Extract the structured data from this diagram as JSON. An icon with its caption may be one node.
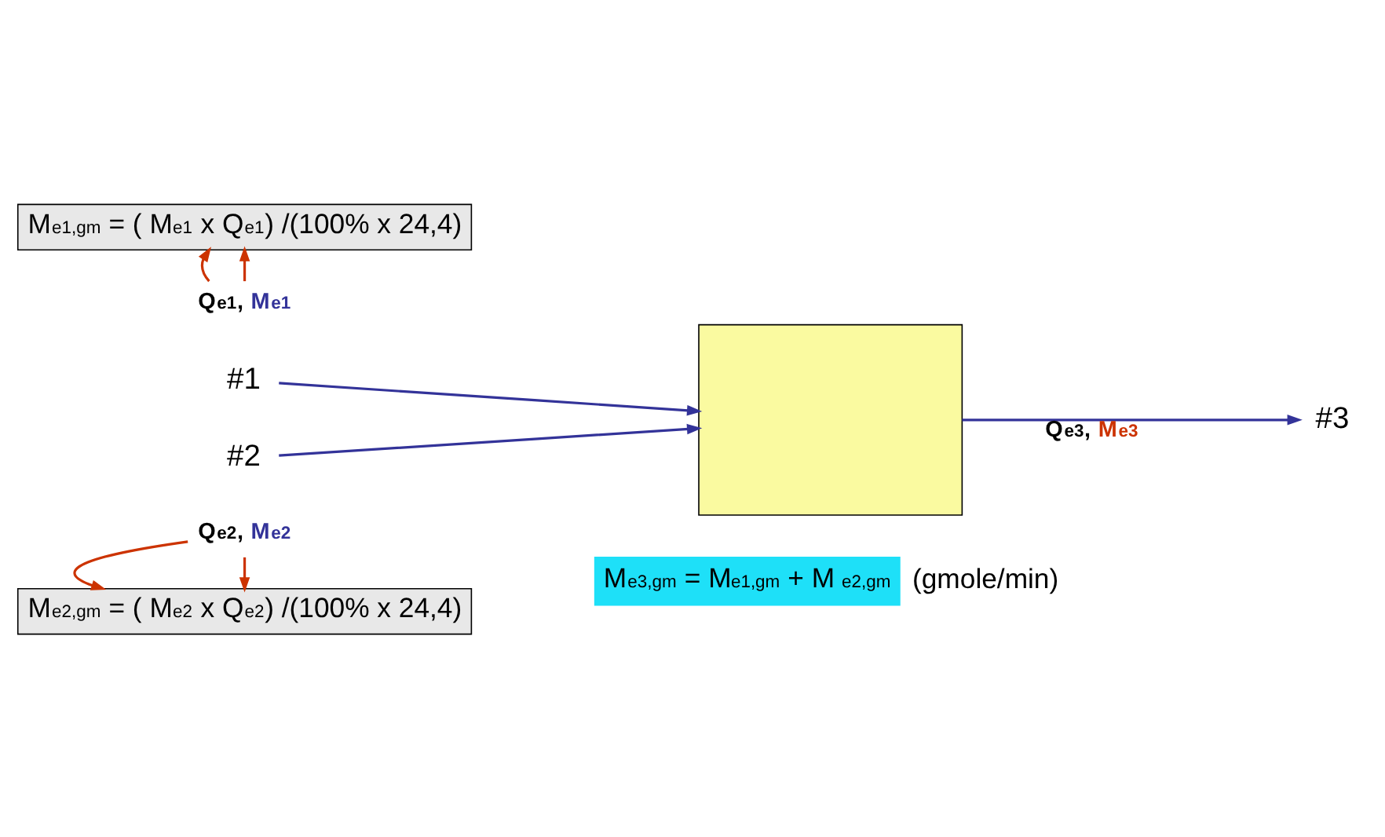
{
  "diagram": {
    "nodes": [
      {
        "text": [
          "M$_{e1,gm}$ = ( M$_{e1}$ x Q$_{e1}$) /(100% x 24,4)"
        ]
      },
      {
        "text": [
          "Q$_{e1}$, M$_{e1}$"
        ]
      },
      {
        "text": [
          "#1"
        ]
      },
      {
        "text": [],
        "shape": "box"
      },
      {
        "text": [
          "#3"
        ]
      },
      {
        "text": [
          "#2"
        ]
      },
      {
        "text": [
          "Q$_{e2}$, M$_{e2}$"
        ]
      },
      {
        "text": [
          "M$_{e2,gm}$ = ( M$_{e2}$ x Q$_{e2}$) /(100% x 24,4)"
        ]
      },
      {
        "text": [
          "M$_{e3,gm}$ = M$_{e1,gm}$ + M $_{e2,gm}$"
        ],
        "beside": [
          "(gmole/min)"
        ]
      }
    ],
    "edges": [
      {
        "from": 1,
        "to": 0,
        "arrow": "to"
      },
      {
        "from": 1,
        "to": 0,
        "arrow": "to"
      },
      {
        "from": 2,
        "to": 3,
        "arrow": "to",
        "color": "#333399"
      },
      {
        "from": 5,
        "to": 3,
        "arrow": "to",
        "color": "#333399"
      },
      {
        "from": 3,
        "to": 4,
        "arrow": "to",
        "label": "Q$_{e3}$, M$_{e3}$",
        "color": "#333399"
      },
      {
        "from": 6,
        "to": 7,
        "arrow": "to"
      },
      {
        "from": 6,
        "to": 7,
        "arrow": "to"
      }
    ]
  }
}
